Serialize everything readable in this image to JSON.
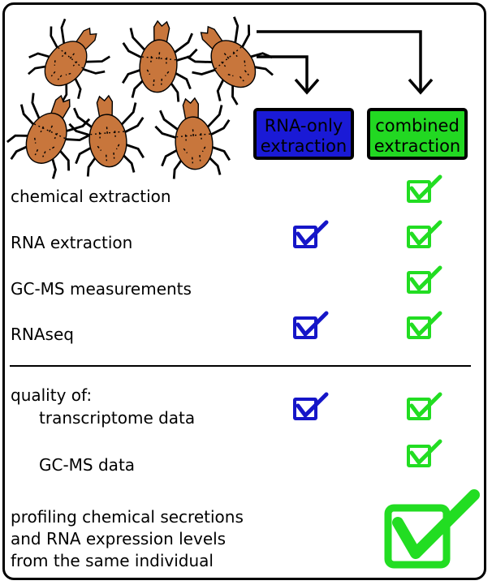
{
  "methods": {
    "rna_only": {
      "line1": "RNA-only",
      "line2": "extraction",
      "color": "#1a1ad6"
    },
    "combined": {
      "line1": "combined",
      "line2": "extraction",
      "color": "#22d822"
    }
  },
  "steps": [
    {
      "label": "chemical extraction",
      "rna_only": false,
      "combined": true
    },
    {
      "label": "RNA extraction",
      "rna_only": true,
      "combined": true
    },
    {
      "label": "GC-MS measurements",
      "rna_only": false,
      "combined": true
    },
    {
      "label": "RNAseq",
      "rna_only": true,
      "combined": true
    }
  ],
  "quality": {
    "heading": "quality of:",
    "items": [
      {
        "label": "transcriptome data",
        "rna_only": true,
        "combined": true
      },
      {
        "label": "GC-MS data",
        "rna_only": false,
        "combined": true
      }
    ]
  },
  "conclusion": {
    "lines": [
      "profiling chemical secretions",
      "and RNA expression levels",
      "from the same individual"
    ],
    "combined": true
  },
  "colors": {
    "check_blue": "#1616c8",
    "check_green": "#22dd22",
    "mite_body": "#c8763c"
  }
}
